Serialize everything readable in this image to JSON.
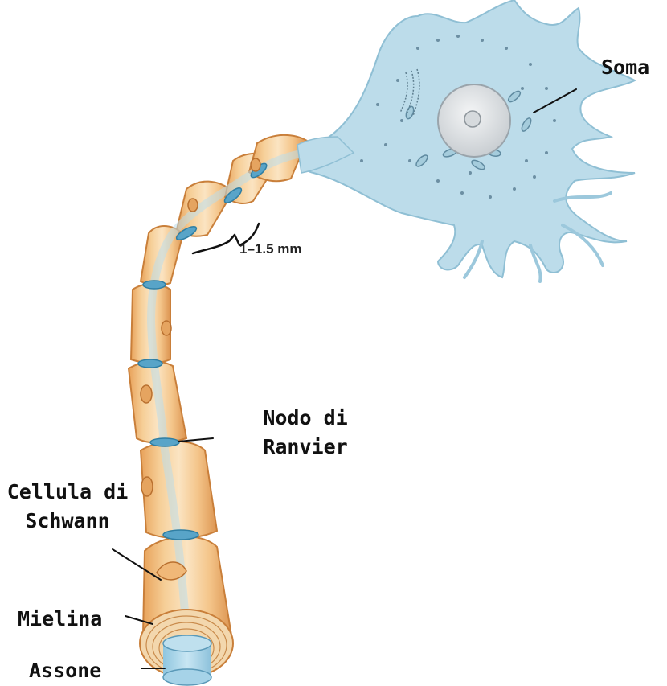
{
  "labels": {
    "soma": "Soma",
    "scale": "1–1.5 mm",
    "node_line1": "Nodo di",
    "node_line2": "Ranvier",
    "schwann_line1": "Cellula di",
    "schwann_line2": "Schwann",
    "myelin": "Mielina",
    "axon": "Assone"
  },
  "colors": {
    "soma_fill": "#b8dbe9",
    "soma_edge": "#8fbfd4",
    "nucleus": "#e6e8ea",
    "myelin_fill": "#f2c590",
    "myelin_edge": "#d88e42",
    "node": "#5aa6c9",
    "axon": "#a9d6ea"
  }
}
